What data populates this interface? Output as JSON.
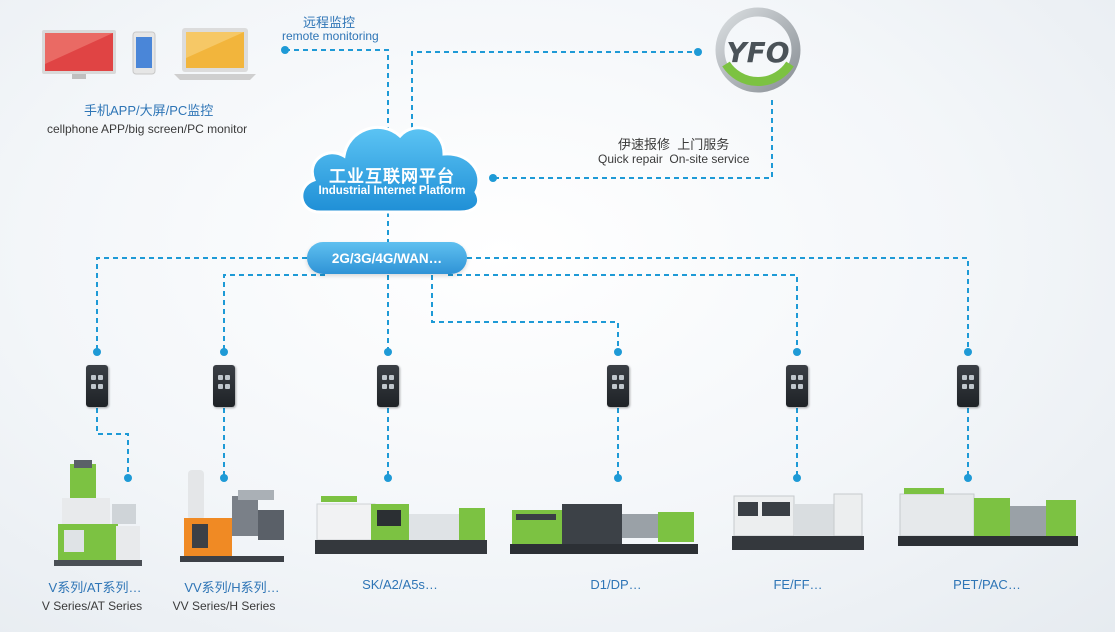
{
  "colors": {
    "line": "#1e9ad6",
    "label": "#2e75b6",
    "cloud": "#3aa8e8",
    "machine_green": "#7cc242"
  },
  "monitor": {
    "cn": "远程监控",
    "en": "remote monitoring"
  },
  "devices": {
    "cn": "手机APP/大屏/PC监控",
    "en": "cellphone APP/big screen/PC monitor"
  },
  "service": {
    "cn": "伊速报修  上门服务",
    "en": "Quick repair  On-site service"
  },
  "logo": {
    "text": "YFO"
  },
  "cloud": {
    "cn": "工业互联网平台",
    "en": "Industrial Internet Platform"
  },
  "network": {
    "label": "2G/3G/4G/WAN…"
  },
  "machines": [
    {
      "cn": "V系列/AT系列…",
      "en": "V Series/AT Series"
    },
    {
      "cn": "VV系列/H系列…",
      "en": "VV Series/H Series"
    },
    {
      "cn": "SK/A2/A5s…",
      "en": ""
    },
    {
      "cn": "D1/DP…",
      "en": ""
    },
    {
      "cn": "FE/FF…",
      "en": ""
    },
    {
      "cn": "PET/PAC…",
      "en": ""
    }
  ]
}
